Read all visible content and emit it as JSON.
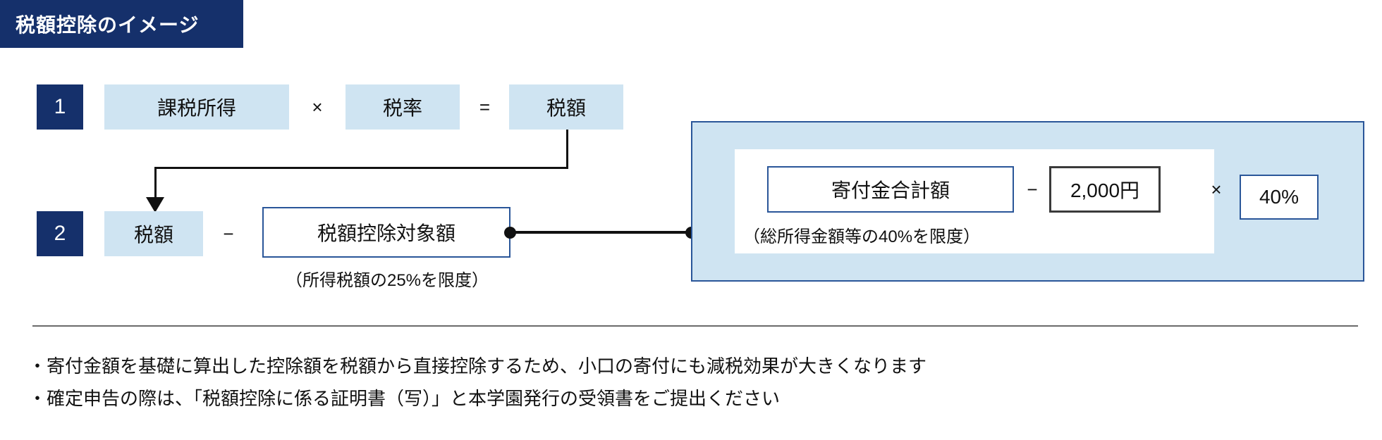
{
  "banner": {
    "title": "税額控除のイメージ",
    "bg_color": "#15306b",
    "text_color": "#ffffff"
  },
  "colors": {
    "navy": "#15306b",
    "tile_blue": "#cfe4f2",
    "border_blue": "#2a5699",
    "line_black": "#111111",
    "divider_gray": "#6b6b6b"
  },
  "row1": {
    "badge": "1",
    "terms": [
      {
        "label": "課税所得",
        "style": "tile"
      },
      {
        "label": "×",
        "style": "operator"
      },
      {
        "label": "税率",
        "style": "tile"
      },
      {
        "label": "=",
        "style": "operator"
      },
      {
        "label": "税額",
        "style": "tile"
      }
    ]
  },
  "row2": {
    "badge": "2",
    "terms": [
      {
        "label": "税額",
        "style": "tile"
      },
      {
        "label": "−",
        "style": "operator"
      },
      {
        "label": "税額控除対象額",
        "style": "outlined-box"
      }
    ],
    "caption": "（所得税額の25%を限度）"
  },
  "panel": {
    "formula": [
      {
        "label": "寄付金合計額",
        "style": "outlined-box-navy"
      },
      {
        "label": "−",
        "style": "operator"
      },
      {
        "label": "2,000円",
        "style": "outlined-box-dark"
      },
      {
        "label": "×",
        "style": "operator"
      },
      {
        "label": "40%",
        "style": "outlined-box-navy"
      }
    ],
    "caption": "（総所得金額等の40%を限度）"
  },
  "notes": [
    "・寄付金額を基礎に算出した控除額を税額から直接控除するため、小口の寄付にも減税効果が大きくなります",
    "・確定申告の際は、「税額控除に係る証明書（写）」と本学園発行の受領書をご提出ください"
  ]
}
